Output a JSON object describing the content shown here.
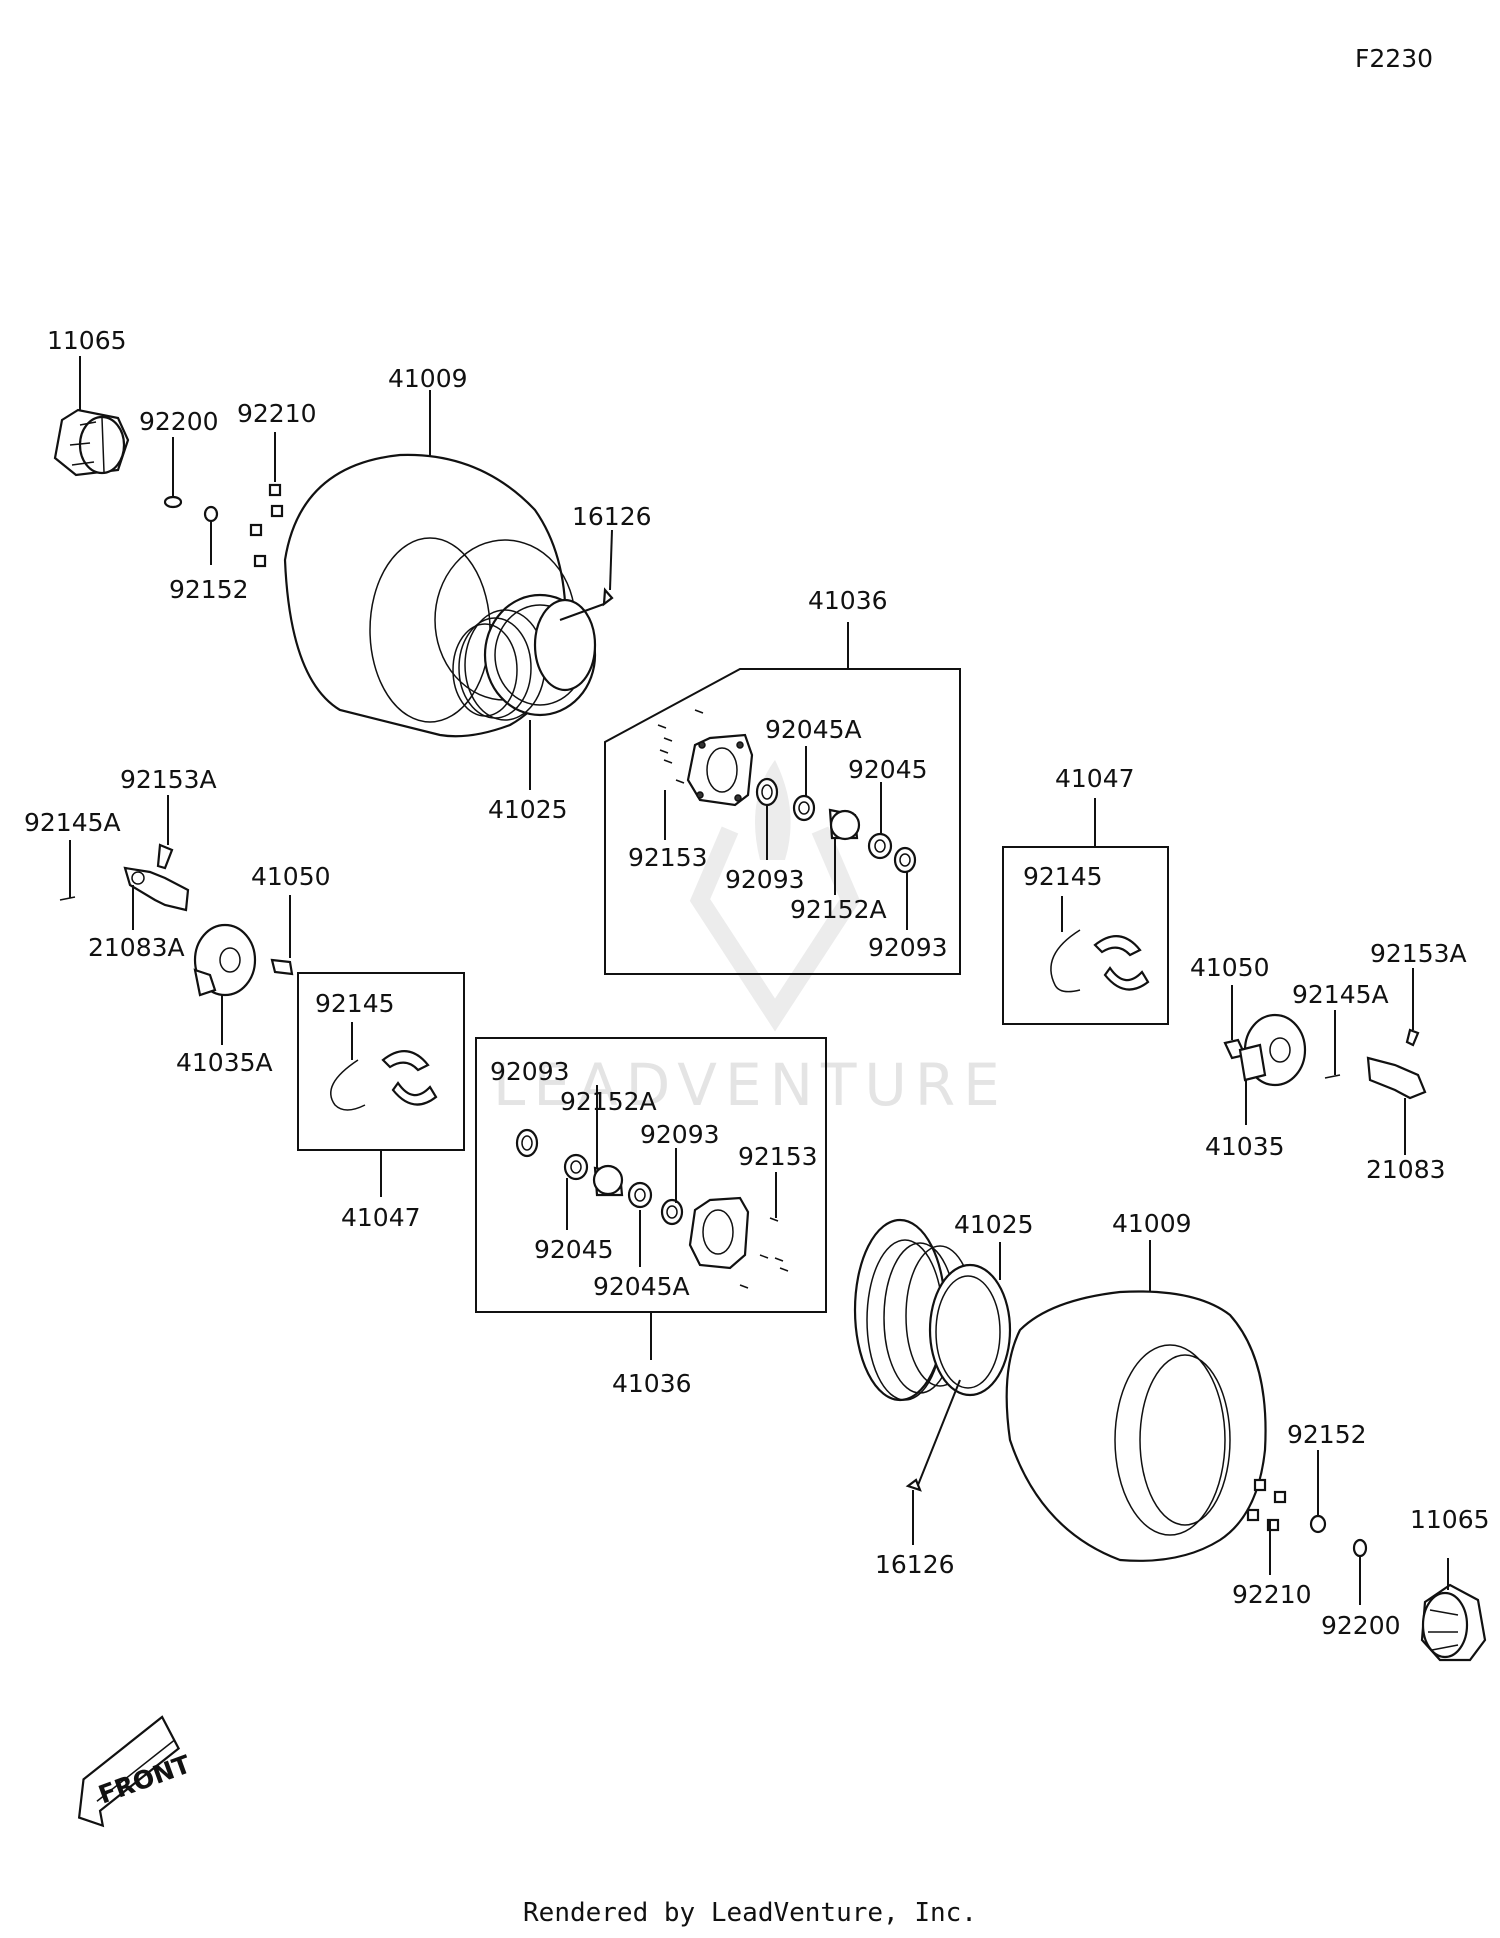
{
  "diagram_id": "F2230",
  "footer": "Rendered by LeadVenture, Inc.",
  "watermark": "LEADVENTURE",
  "front_arrow": "FRONT",
  "labels": {
    "l11065a": "11065",
    "l92200a": "92200",
    "l92210a": "92210",
    "l92152a": "92152",
    "l41009a": "41009",
    "l16126a": "16126",
    "l41025a": "41025",
    "l41036a": "41036",
    "l92045Aa": "92045A",
    "l92045a": "92045",
    "l92153a": "92153",
    "l92093a": "92093",
    "l92152Aa": "92152A",
    "l92093b": "92093",
    "l41047a": "41047",
    "l92145a": "92145",
    "l92153Aa": "92153A",
    "l92145Aa": "92145A",
    "l41050a": "41050",
    "l21083Aa": "21083A",
    "l41035Aa": "41035A",
    "l92145b": "92145",
    "l41047b": "41047",
    "l92093c": "92093",
    "l92152Ab": "92152A",
    "l92093d": "92093",
    "l92153b": "92153",
    "l92045b": "92045",
    "l92045Ab": "92045A",
    "l41036b": "41036",
    "l41025b": "41025",
    "l41009b": "41009",
    "l16126b": "16126",
    "l92152b": "92152",
    "l92210b": "92210",
    "l92200b": "92200",
    "l11065b": "11065",
    "l41050b": "41050",
    "l92145Ab": "92145A",
    "l92153Ab": "92153A",
    "l41035b": "41035",
    "l21083b": "21083"
  }
}
